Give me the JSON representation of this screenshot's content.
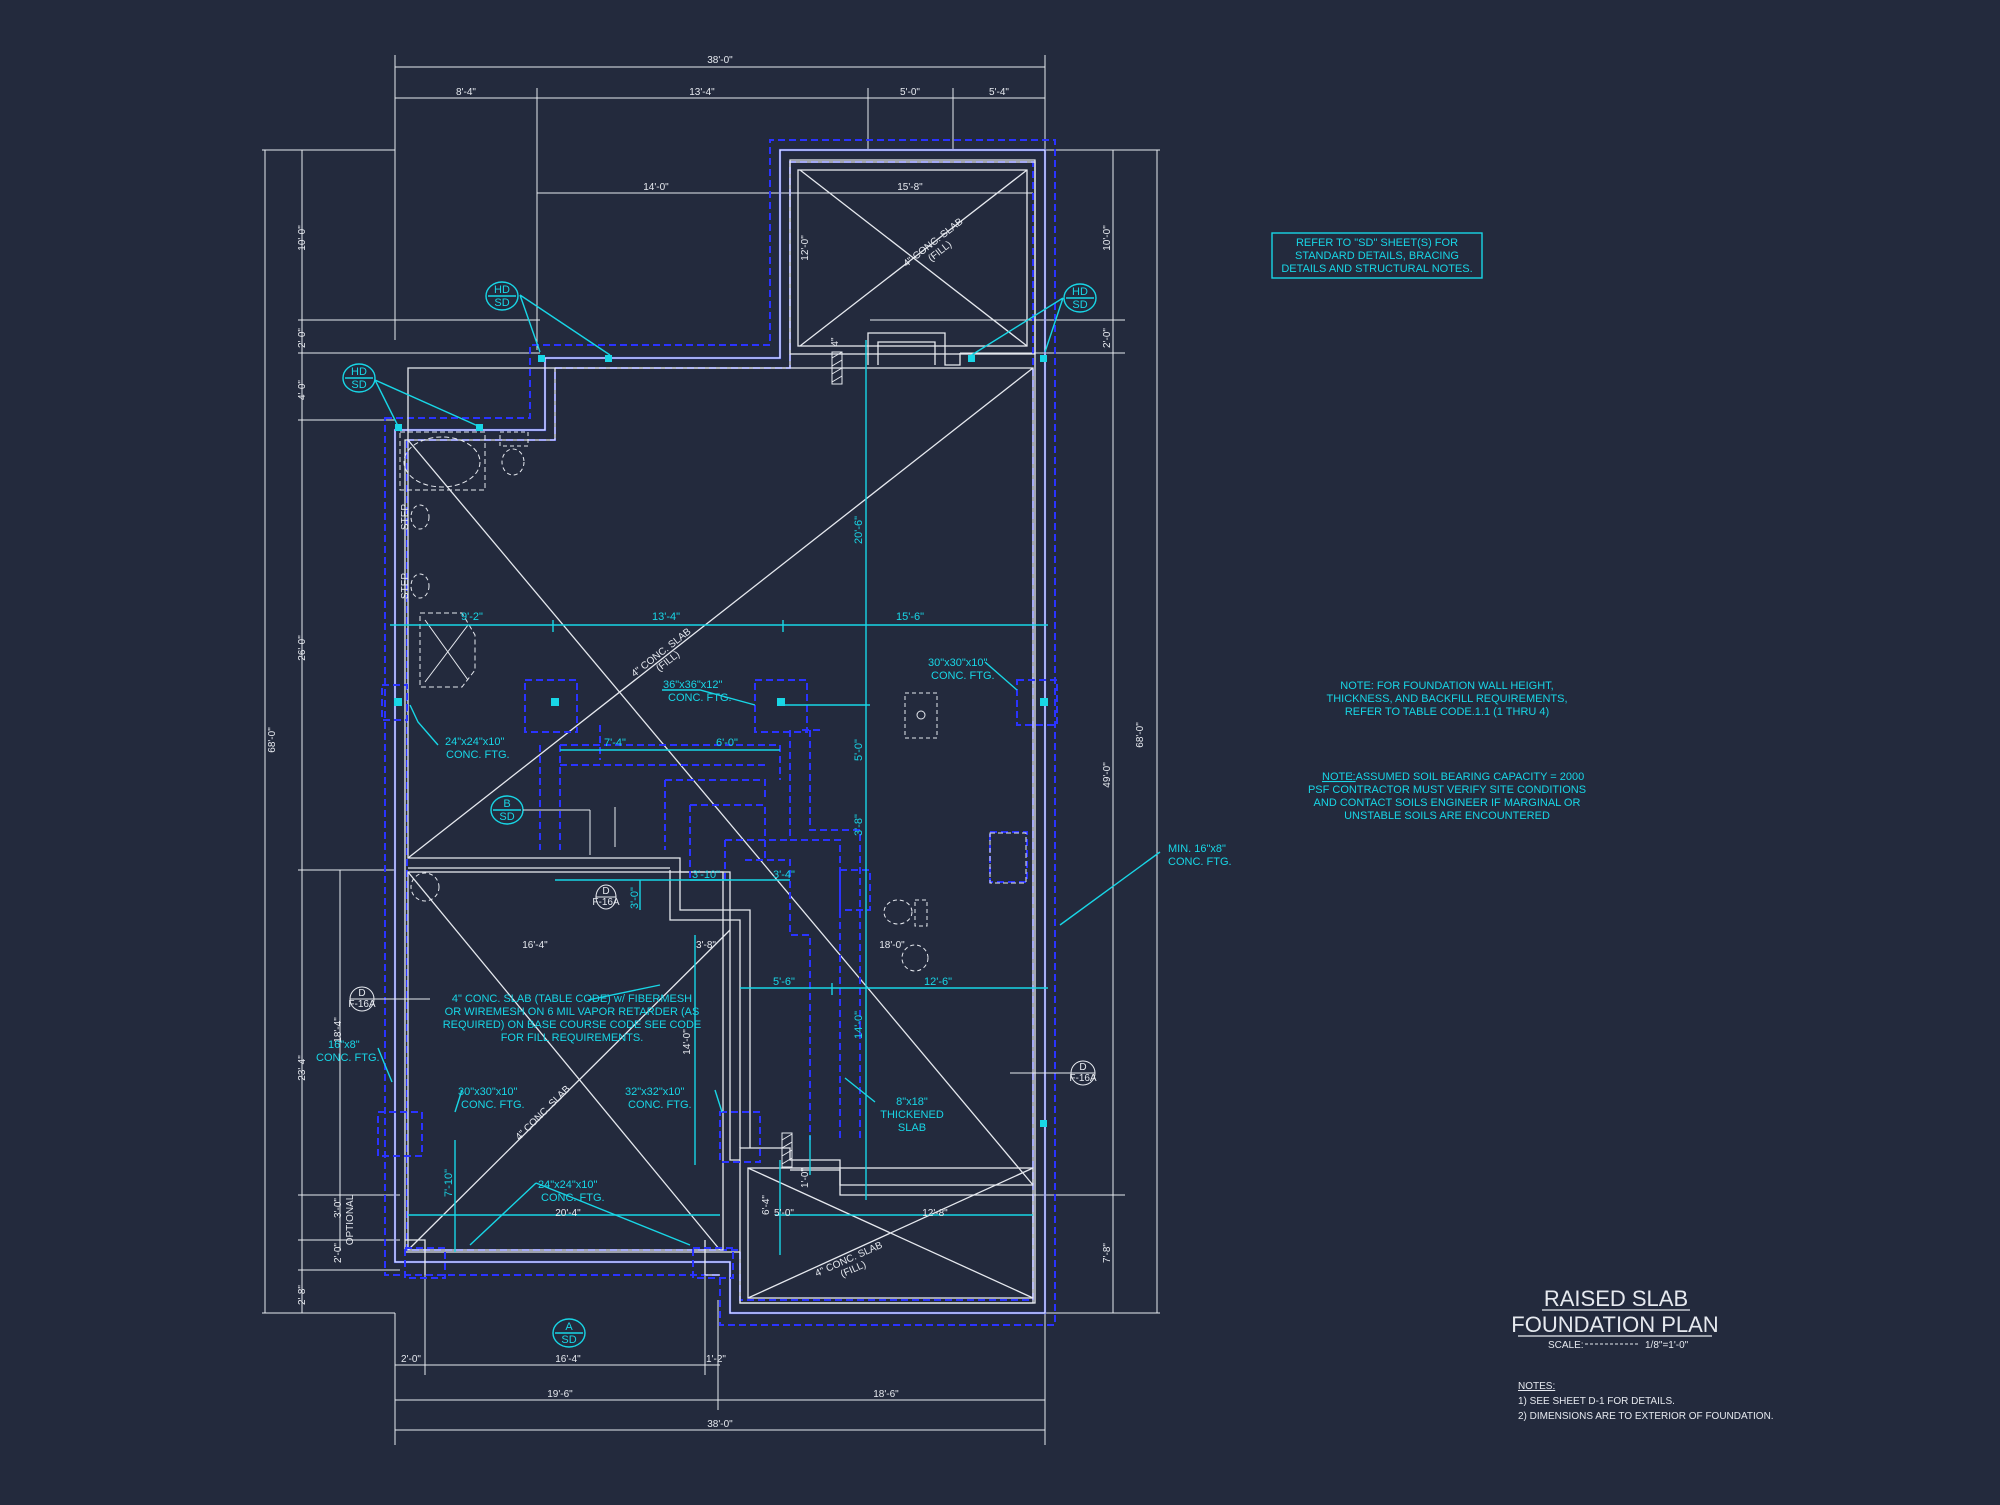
{
  "title": {
    "line1": "RAISED SLAB",
    "line2": "FOUNDATION PLAN",
    "scale_label": "SCALE:",
    "scale_value": "1/8\"=1'-0\""
  },
  "notes": {
    "heading": "NOTES:",
    "items": [
      "1)  SEE SHEET D-1 FOR DETAILS.",
      "2)  DIMENSIONS ARE TO EXTERIOR OF FOUNDATION."
    ]
  },
  "refer_box": [
    "REFER TO \"SD\" SHEET(S) FOR",
    "STANDARD DETAILS, BRACING",
    "DETAILS AND STRUCTURAL NOTES."
  ],
  "note_wall": [
    "NOTE: FOR FOUNDATION WALL HEIGHT,",
    "THICKNESS, AND BACKFILL REQUIREMENTS,",
    "REFER TO TABLE CODE.1.1 (1 THRU 4)"
  ],
  "note_soil": {
    "label": "NOTE:",
    "lines": [
      ": ASSUMED SOIL BEARING CAPACITY = 2000",
      "PSF CONTRACTOR MUST VERIFY SITE CONDITIONS",
      "AND CONTACT SOILS ENGINEER IF MARGINAL OR",
      "UNSTABLE SOILS ARE ENCOUNTERED"
    ]
  },
  "slab_note": [
    "4\" CONC. SLAB (TABLE CODE) w/ FIBERMESH",
    "OR WIREMESH ON 6 MIL VAPOR RETARDER (AS",
    "REQUIRED) ON BASE COURSE CODE SEE CODE",
    "FOR FILL REQUIREMENTS."
  ],
  "callouts": {
    "ftg_36": [
      "36\"x36\"x12\"",
      "CONC. FTG."
    ],
    "ftg_30_right": [
      "30\"x30\"x10\"",
      "CONC. FTG."
    ],
    "ftg_24_left": [
      "24\"x24\"x10\"",
      "CONC. FTG."
    ],
    "ftg_min16": [
      "MIN. 16\"x8\"",
      "CONC. FTG."
    ],
    "ftg_16x8": [
      "16\"x8\"",
      "CONC. FTG."
    ],
    "ftg_30_lower": [
      "30\"x30\"x10\"",
      "CONC. FTG."
    ],
    "ftg_32": [
      "32\"x32\"x10\"",
      "CONC. FTG."
    ],
    "ftg_24_bottom": [
      "24\"x24\"x10\"",
      "CONC. FTG."
    ],
    "thickened": [
      "8\"x18\"",
      "THICKENED",
      "SLAB"
    ]
  },
  "slab_labels": {
    "top_right": [
      "4\" CONC. SLAB",
      "(FILL)"
    ],
    "center": [
      "4\" CONC. SLAB",
      "(FILL)"
    ],
    "lower_left": "4\" CONC. SLAB",
    "bottom_right": [
      "4\" CONC. SLAB",
      "(FILL)"
    ]
  },
  "markers": {
    "hd1": [
      "HD",
      "SD"
    ],
    "hd2": [
      "HD",
      "SD"
    ],
    "hd3": [
      "HD",
      "SD"
    ],
    "b_sd": [
      "B",
      "SD"
    ],
    "a_sd": [
      "A",
      "SD"
    ],
    "d1": [
      "D",
      "F-16A"
    ],
    "d2": [
      "D",
      "F-16A"
    ],
    "d3": [
      "D",
      "F-16A"
    ]
  },
  "step_labels": [
    "STEP",
    "STEP"
  ],
  "optional": "OPTIONAL",
  "dims": {
    "top_overall": "38'-0\"",
    "top_1": "8'-4\"",
    "top_2": "13'-4\"",
    "top_3": "5'-0\"",
    "top_4": "5'-4\"",
    "inner_14": "14'-0\"",
    "inner_15_8": "15'-8\"",
    "v_12": "12'-0\"",
    "slab_4": "4\"",
    "d_9_2": "9'-2\"",
    "d_13_4": "13'-4\"",
    "d_15_6": "15'-6\"",
    "d_20_6": "20'-6\"",
    "d_7_4": "7'-4\"",
    "d_6_0": "6'-0\"",
    "d_5_0": "5'-0\"",
    "d_3_8": "3'-8\"",
    "d_3_10": "3'-10\"",
    "d_3_4": "3'-4\"",
    "d_3_0": "3'-0\"",
    "d_16_4": "16'-4\"",
    "d_3_8b": "3'-8\"",
    "d_18_0": "18'-0\"",
    "d_5_6": "5'-6\"",
    "d_12_6": "12'-6\"",
    "d_14_0": "14'-0\"",
    "d_14_0b": "14'-0\"",
    "d_7_10": "7'-10\"",
    "d_20_4": "20'-4\"",
    "d_6_4": "6'-4\"",
    "d_5_0b": "5'-0\"",
    "d_12_8": "12'-8\"",
    "d_1_0": "1'-0\"",
    "bot_2_0": "2'-0\"",
    "bot_16_4": "16'-4\"",
    "bot_1_2": "1'-2\"",
    "bot_19_6": "19'-6\"",
    "bot_18_6": "18'-6\"",
    "bot_overall": "38'-0\"",
    "left_10_0": "10'-0\"",
    "left_2_0": "2'-0\"",
    "left_4_0": "4'-0\"",
    "left_26_0": "26'-0\"",
    "left_68": "68'-0\"",
    "left_23_4": "23'-4\"",
    "left_18_4": "18'-4\"",
    "left_3_0": "3'-0\"",
    "left_2_0b": "2'-0\"",
    "left_2_8": "2'-8\"",
    "right_10_0": "10'-0\"",
    "right_2_0": "2'-0\"",
    "right_49": "49'-0\"",
    "right_68": "68'-0\"",
    "right_7_8": "7'-8\""
  },
  "colors": {
    "background": "#232a3d",
    "linework": "#e6e9ef",
    "annotation": "#18d6e6",
    "footing": "#2a33ff"
  }
}
